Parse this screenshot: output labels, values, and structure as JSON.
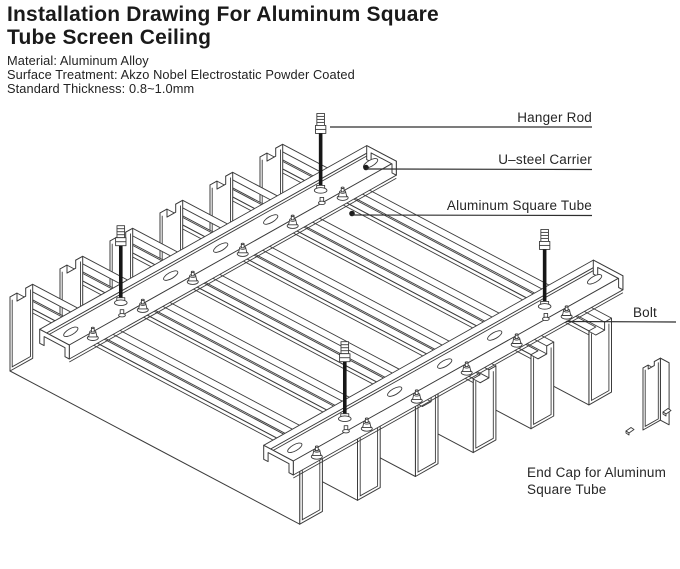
{
  "title": {
    "line1": "Installation Drawing For Aluminum Square",
    "line2": "Tube Screen Ceiling"
  },
  "specs": {
    "material": "Material: Aluminum Alloy",
    "surface_treatment": "Surface Treatment: Akzo Nobel Electrostatic Powder Coated",
    "thickness": "Standard Thickness: 0.8~1.0mm"
  },
  "diagram": {
    "labels": {
      "hanger_rod": "Hanger Rod",
      "u_steel_carrier": "U–steel Carrier",
      "aluminum_square_tube": "Aluminum Square Tube",
      "bolt": "Bolt",
      "end_cap_line1": "End Cap for Aluminum",
      "end_cap_line2": "Square Tube"
    },
    "component_counts": {
      "square_tubes": 6,
      "u_steel_carriers": 2,
      "hanger_rods": 4,
      "bolts": 12
    },
    "colors": {
      "line": "#3c3c3c",
      "text": "#262626",
      "rod_fill": "#161616",
      "background": "#ffffff"
    }
  }
}
